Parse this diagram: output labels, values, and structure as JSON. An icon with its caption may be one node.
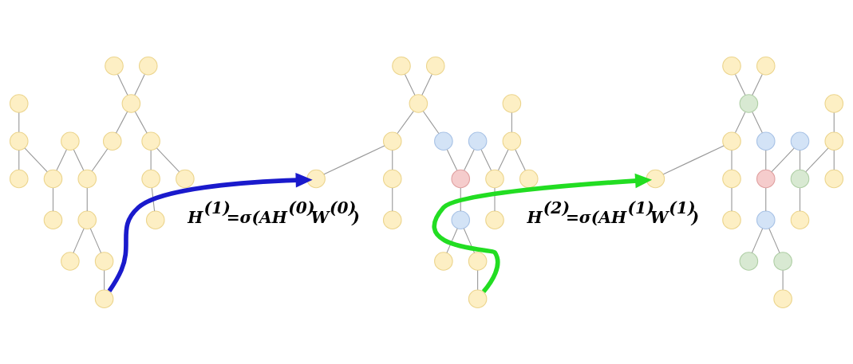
{
  "diagram": {
    "nodes": [
      {
        "text": [],
        "shape": "circle"
      },
      {
        "text": [],
        "shape": "circle"
      },
      {
        "text": [],
        "shape": "circle"
      },
      {
        "text": [],
        "shape": "circle"
      },
      {
        "text": [],
        "shape": "circle"
      },
      {
        "text": [],
        "shape": "circle"
      },
      {
        "text": [],
        "shape": "circle"
      },
      {
        "text": [],
        "shape": "circle"
      },
      {
        "text": [],
        "shape": "circle"
      },
      {
        "text": [],
        "shape": "circle"
      },
      {
        "text": [],
        "shape": "circle"
      },
      {
        "text": [],
        "shape": "circle"
      },
      {
        "text": [],
        "shape": "circle"
      },
      {
        "text": [],
        "shape": "circle"
      },
      {
        "text": [],
        "shape": "circle"
      },
      {
        "text": [],
        "shape": "circle"
      },
      {
        "text": [],
        "shape": "circle"
      },
      {
        "text": [],
        "shape": "circle"
      },
      {
        "text": [],
        "shape": "circle"
      },
      {
        "text": [],
        "shape": "circle"
      },
      {
        "text": [],
        "shape": "circle"
      },
      {
        "text": [],
        "shape": "circle"
      },
      {
        "text": [],
        "shape": "circle"
      },
      {
        "text": [],
        "shape": "circle"
      },
      {
        "text": [],
        "shape": "circle"
      },
      {
        "text": [],
        "shape": "circle"
      },
      {
        "text": [],
        "shape": "circle"
      },
      {
        "text": [],
        "shape": "circle"
      },
      {
        "text": [],
        "shape": "circle"
      },
      {
        "text": [],
        "shape": "circle"
      },
      {
        "text": [],
        "shape": "circle"
      },
      {
        "text": [],
        "shape": "circle"
      },
      {
        "text": [],
        "shape": "circle"
      },
      {
        "text": [],
        "shape": "circle"
      },
      {
        "text": [],
        "shape": "circle"
      },
      {
        "text": [],
        "shape": "circle"
      },
      {
        "text": [],
        "shape": "circle"
      },
      {
        "text": [],
        "shape": "circle"
      },
      {
        "text": [],
        "shape": "circle"
      },
      {
        "text": [],
        "shape": "circle"
      },
      {
        "text": [],
        "shape": "circle"
      },
      {
        "text": [],
        "shape": "circle"
      },
      {
        "text": [],
        "shape": "circle"
      },
      {
        "text": [],
        "shape": "circle"
      },
      {
        "text": [],
        "shape": "circle"
      },
      {
        "text": [],
        "shape": "circle"
      },
      {
        "text": [],
        "shape": "circle"
      },
      {
        "text": [],
        "shape": "circle"
      },
      {
        "text": [],
        "shape": "circle"
      },
      {
        "text": [],
        "shape": "circle"
      },
      {
        "text": [],
        "shape": "circle"
      },
      {
        "text": [],
        "shape": "circle"
      },
      {
        "text": [],
        "shape": "circle"
      },
      {
        "text": [],
        "shape": "circle"
      },
      {
        "text": [],
        "shape": "circle"
      },
      {
        "text": [],
        "shape": "circle"
      },
      {
        "text": [],
        "shape": "circle"
      }
    ],
    "edges": [
      {
        "from": 0,
        "to": 1,
        "arrow": "none"
      },
      {
        "from": 1,
        "to": 2,
        "arrow": "none"
      },
      {
        "from": 1,
        "to": 5,
        "arrow": "none"
      },
      {
        "from": 4,
        "to": 5,
        "arrow": "none"
      },
      {
        "from": 5,
        "to": 6,
        "arrow": "none"
      },
      {
        "from": 4,
        "to": 10,
        "arrow": "none"
      },
      {
        "from": 3,
        "to": 8,
        "arrow": "none"
      },
      {
        "from": 7,
        "to": 8,
        "arrow": "none"
      },
      {
        "from": 8,
        "to": 9,
        "arrow": "none"
      },
      {
        "from": 9,
        "to": 10,
        "arrow": "none"
      },
      {
        "from": 10,
        "to": 11,
        "arrow": "none"
      },
      {
        "from": 11,
        "to": 12,
        "arrow": "none"
      },
      {
        "from": 11,
        "to": 15,
        "arrow": "none"
      },
      {
        "from": 15,
        "to": 16,
        "arrow": "none"
      },
      {
        "from": 8,
        "to": 13,
        "arrow": "none"
      },
      {
        "from": 13,
        "to": 14,
        "arrow": "none"
      },
      {
        "from": 13,
        "to": 17,
        "arrow": "none"
      },
      {
        "from": 14,
        "to": 18,
        "arrow": "none"
      },
      {
        "from": 19,
        "to": 20,
        "arrow": "none"
      },
      {
        "from": 20,
        "to": 21,
        "arrow": "none"
      },
      {
        "from": 20,
        "to": 24,
        "arrow": "none"
      },
      {
        "from": 23,
        "to": 24,
        "arrow": "none"
      },
      {
        "from": 24,
        "to": 25,
        "arrow": "none"
      },
      {
        "from": 23,
        "to": 29,
        "arrow": "none"
      },
      {
        "from": 22,
        "to": 27,
        "arrow": "none"
      },
      {
        "from": 26,
        "to": 27,
        "arrow": "none"
      },
      {
        "from": 27,
        "to": 28,
        "arrow": "none"
      },
      {
        "from": 28,
        "to": 29,
        "arrow": "none"
      },
      {
        "from": 29,
        "to": 30,
        "arrow": "none"
      },
      {
        "from": 30,
        "to": 31,
        "arrow": "none"
      },
      {
        "from": 30,
        "to": 34,
        "arrow": "none"
      },
      {
        "from": 34,
        "to": 35,
        "arrow": "none"
      },
      {
        "from": 27,
        "to": 32,
        "arrow": "none"
      },
      {
        "from": 32,
        "to": 33,
        "arrow": "none"
      },
      {
        "from": 32,
        "to": 36,
        "arrow": "none"
      },
      {
        "from": 33,
        "to": 37,
        "arrow": "none"
      },
      {
        "from": 38,
        "to": 39,
        "arrow": "none"
      },
      {
        "from": 39,
        "to": 40,
        "arrow": "none"
      },
      {
        "from": 39,
        "to": 43,
        "arrow": "none"
      },
      {
        "from": 42,
        "to": 43,
        "arrow": "none"
      },
      {
        "from": 43,
        "to": 44,
        "arrow": "none"
      },
      {
        "from": 42,
        "to": 48,
        "arrow": "none"
      },
      {
        "from": 41,
        "to": 46,
        "arrow": "none"
      },
      {
        "from": 45,
        "to": 46,
        "arrow": "none"
      },
      {
        "from": 46,
        "to": 47,
        "arrow": "none"
      },
      {
        "from": 47,
        "to": 48,
        "arrow": "none"
      },
      {
        "from": 48,
        "to": 49,
        "arrow": "none"
      },
      {
        "from": 49,
        "to": 50,
        "arrow": "none"
      },
      {
        "from": 49,
        "to": 53,
        "arrow": "none"
      },
      {
        "from": 53,
        "to": 54,
        "arrow": "none"
      },
      {
        "from": 46,
        "to": 51,
        "arrow": "none"
      },
      {
        "from": 51,
        "to": 52,
        "arrow": "none"
      },
      {
        "from": 51,
        "to": 55,
        "arrow": "none"
      },
      {
        "from": 52,
        "to": 56,
        "arrow": "none"
      },
      {
        "from": 16,
        "to": 36,
        "arrow": "to",
        "style": "thick",
        "color": "#1a1acc"
      },
      {
        "from": 35,
        "to": 55,
        "arrow": "to",
        "style": "thick",
        "color": "#22dd22"
      }
    ],
    "labels": [
      "H$^{(1)}$=σ(AH$^{(0)}$W$^{(0)}$)",
      "H$^{(2)}$=σ(AH$^{(1)}$W$^{(1)}$)"
    ]
  }
}
